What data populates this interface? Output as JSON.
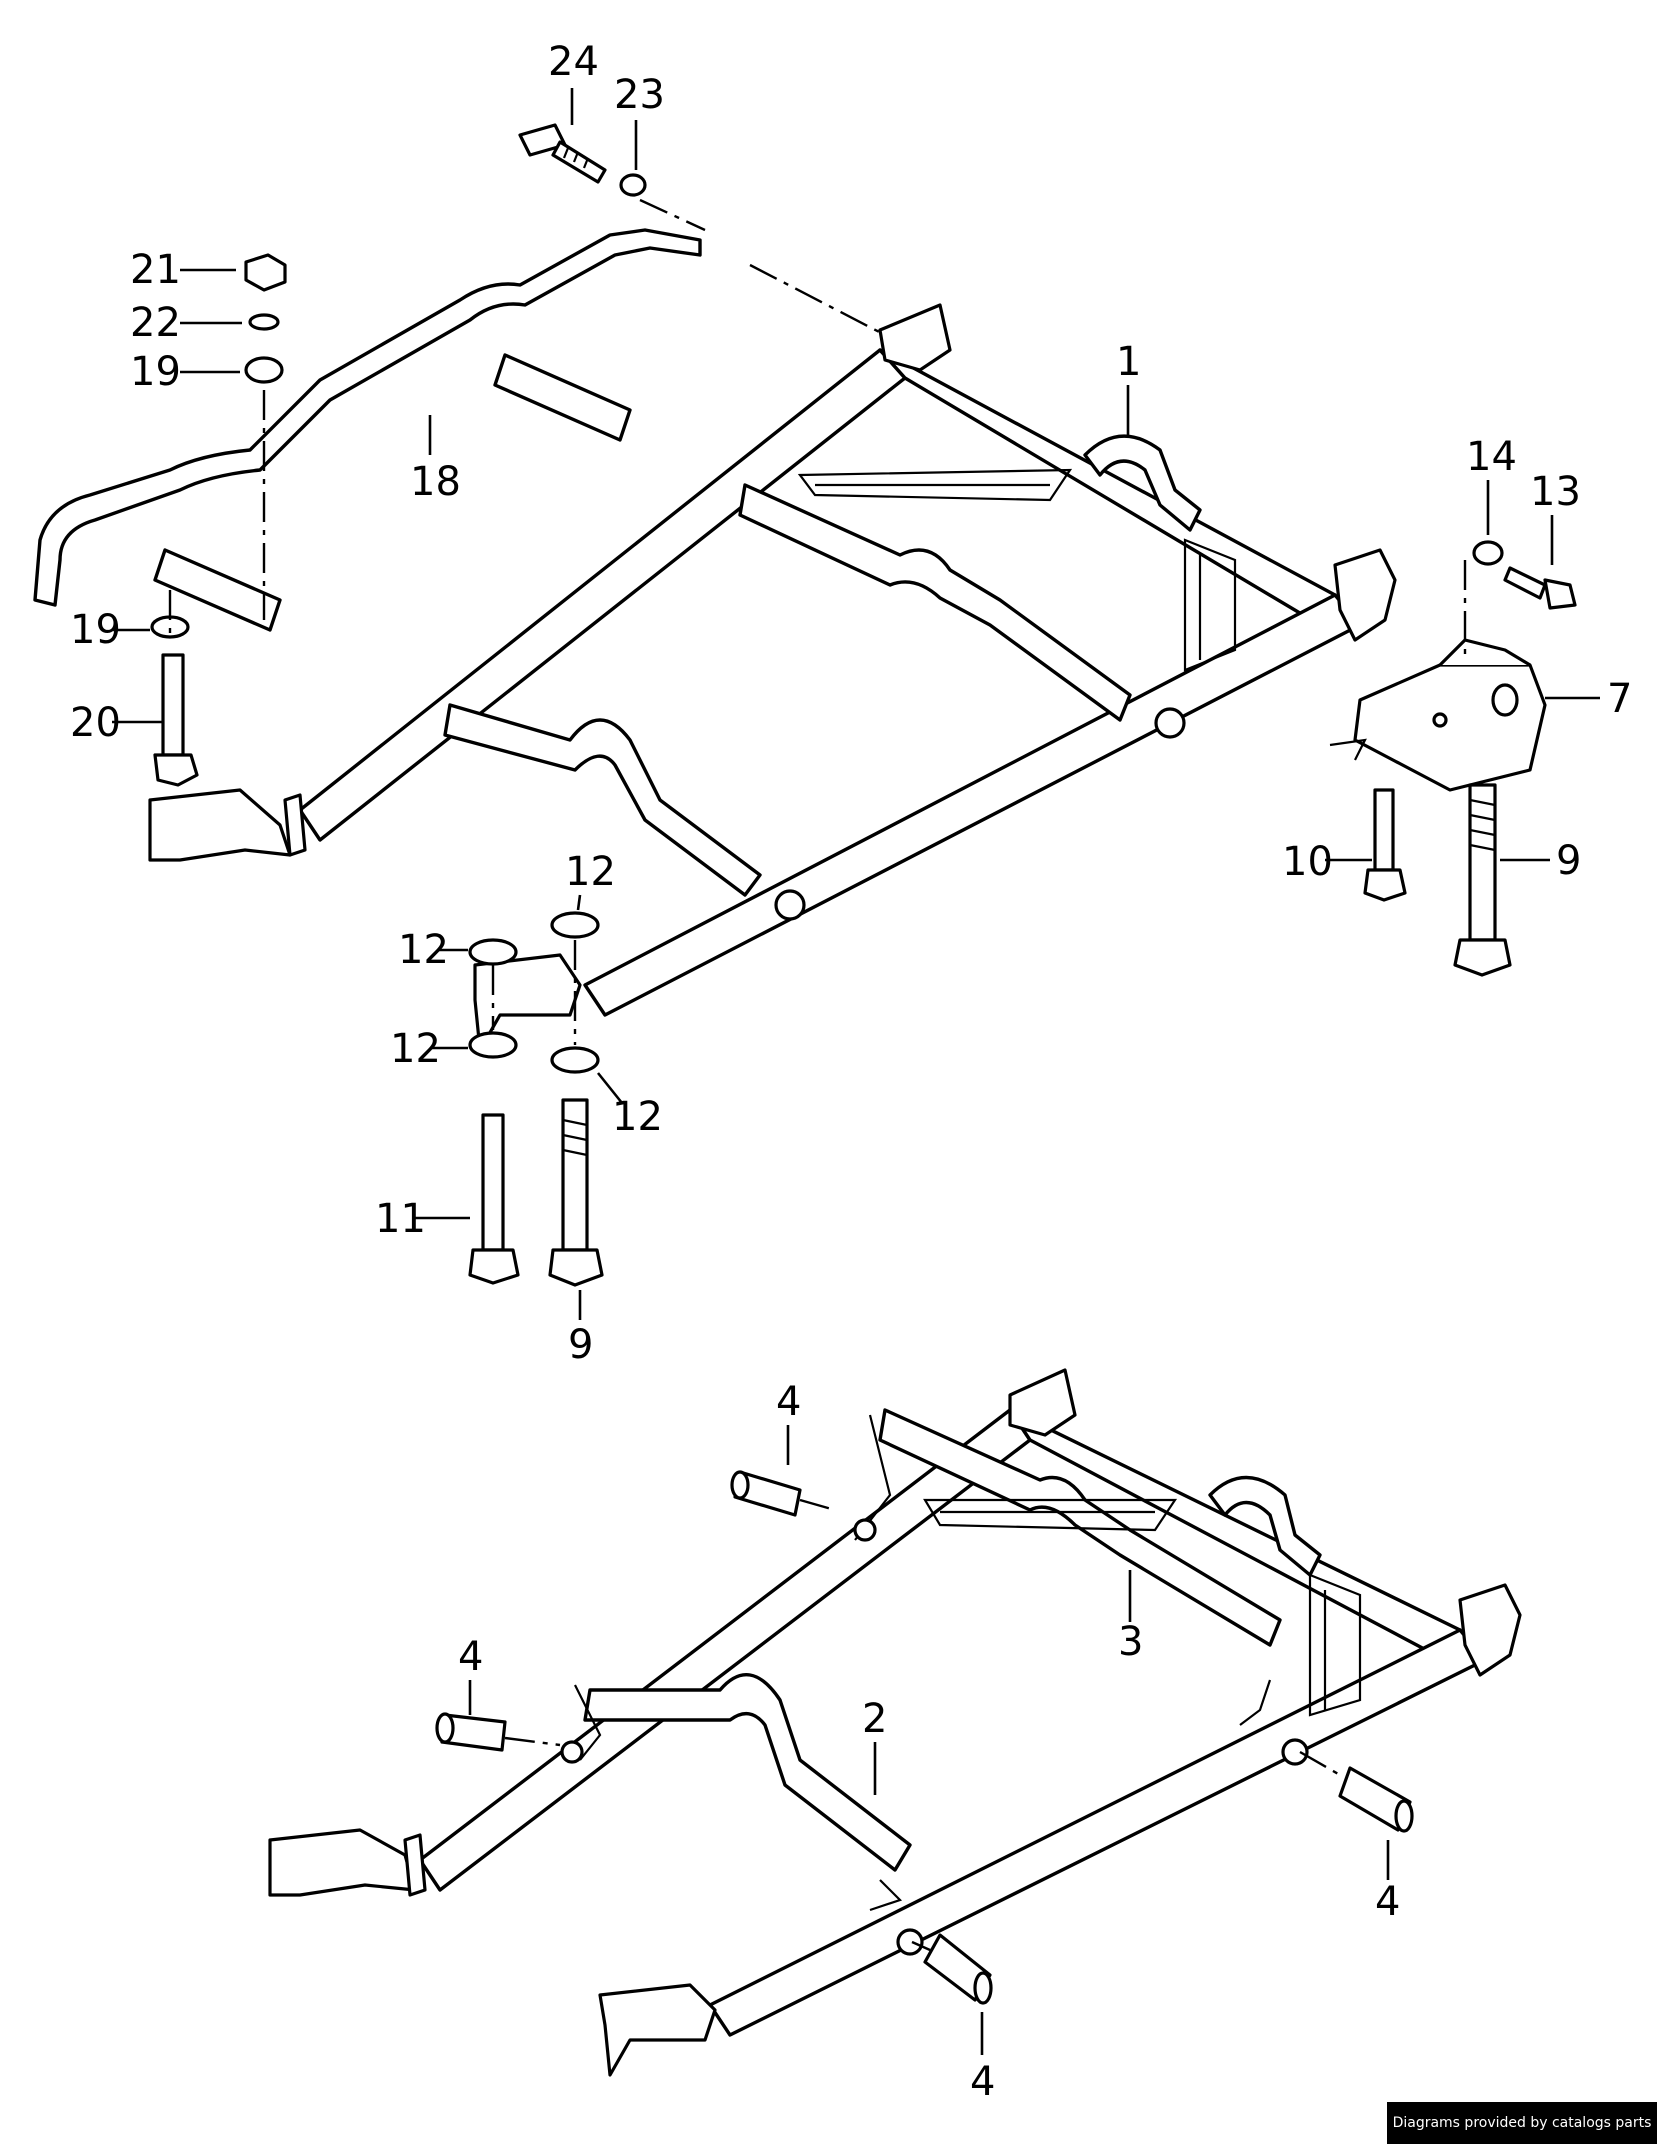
{
  "labels": [
    {
      "id": "24",
      "text": "24"
    },
    {
      "id": "23",
      "text": "23"
    },
    {
      "id": "21",
      "text": "21"
    },
    {
      "id": "22",
      "text": "22"
    },
    {
      "id": "19a",
      "text": "19"
    },
    {
      "id": "18",
      "text": "18"
    },
    {
      "id": "1",
      "text": "1"
    },
    {
      "id": "14",
      "text": "14"
    },
    {
      "id": "13",
      "text": "13"
    },
    {
      "id": "7",
      "text": "7"
    },
    {
      "id": "19b",
      "text": "19"
    },
    {
      "id": "20",
      "text": "20"
    },
    {
      "id": "10",
      "text": "10"
    },
    {
      "id": "9a",
      "text": "9"
    },
    {
      "id": "12a",
      "text": "12"
    },
    {
      "id": "12b",
      "text": "12"
    },
    {
      "id": "12c",
      "text": "12"
    },
    {
      "id": "12d",
      "text": "12"
    },
    {
      "id": "11",
      "text": "11"
    },
    {
      "id": "9b",
      "text": "9"
    },
    {
      "id": "4a",
      "text": "4"
    },
    {
      "id": "3",
      "text": "3"
    },
    {
      "id": "4b",
      "text": "4"
    },
    {
      "id": "2",
      "text": "2"
    },
    {
      "id": "4c",
      "text": "4"
    },
    {
      "id": "4d",
      "text": "4"
    }
  ],
  "footer": {
    "text": "Diagrams provided by catalogs parts"
  }
}
